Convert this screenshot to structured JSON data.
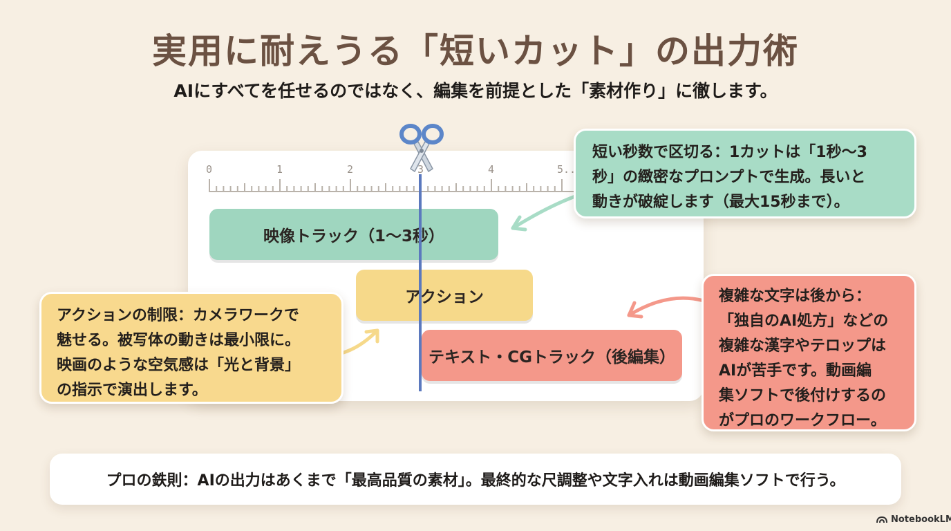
{
  "title": "実用に耐えうる「短いカット」の出力術",
  "subtitle": "AIにすべてを任せるのではなく、編集を前提とした「素材作り」に徹します。",
  "ruler": {
    "labels": [
      "0",
      "1",
      "2",
      "3",
      "4",
      "5.."
    ]
  },
  "tracks": {
    "video": "映像トラック（1〜3秒）",
    "action": "アクション",
    "text": "テキスト・CGトラック（後編集）"
  },
  "callouts": {
    "green": [
      "短い秒数で区切る：1カットは「1秒〜3",
      "秒」の緻密なプロンプトで生成。長いと",
      "動きが破綻します（最大15秒まで）。"
    ],
    "yellow": [
      "アクションの制限：カメラワークで",
      "魅せる。被写体の動きは最小限に。",
      "映画のような空気感は「光と背景」",
      "の指示で演出します。"
    ],
    "red": [
      "複雑な文字は後から：",
      "「独自のAI処方」などの",
      "複雑な漢字やテロップは",
      "AIが苦手です。動画編",
      "集ソフトで後付けするの",
      "がプロのワークフロー。"
    ]
  },
  "bottom": "プロの鉄則：AIの出力はあくまで「最高品質の素材」。最終的な尺調整や文字入れは動画編集ソフトで行う。",
  "brand": "NotebookLM",
  "icons": {
    "scissors": "scissors-icon",
    "brand": "notebooklm-logo-icon"
  },
  "colors": {
    "video": "#9fd6bf",
    "action": "#f6d98a",
    "text": "#f4988a",
    "playhead": "#5b79be",
    "title": "#6b5142"
  }
}
